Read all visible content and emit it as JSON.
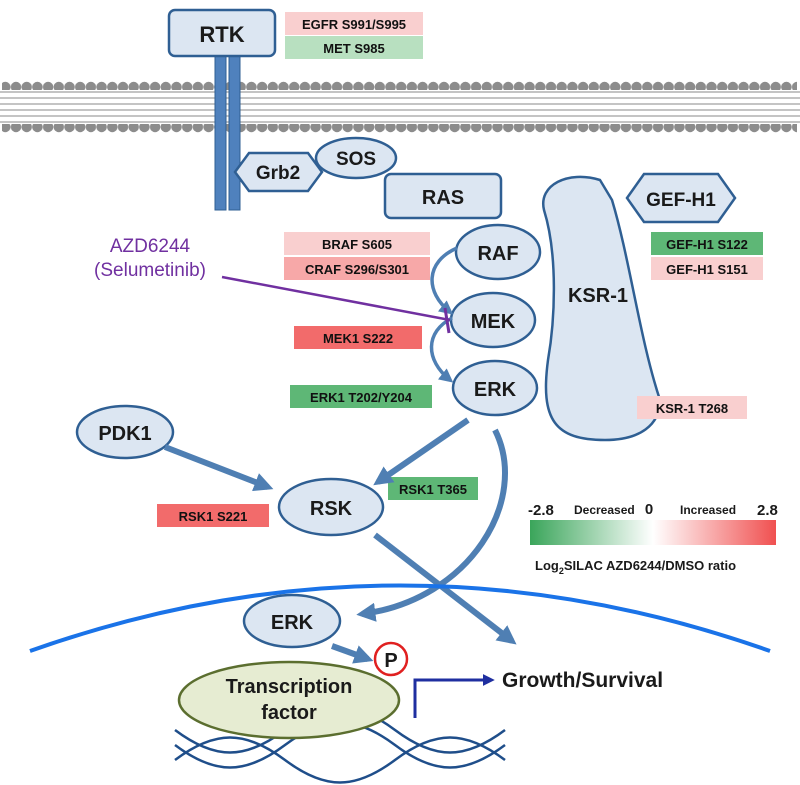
{
  "nodes": {
    "rtk": "RTK",
    "grb2": "Grb2",
    "sos": "SOS",
    "ras": "RAS",
    "raf": "RAF",
    "mek": "MEK",
    "erk": "ERK",
    "ksr1": "KSR-1",
    "gefh1": "GEF-H1",
    "pdk1": "PDK1",
    "rsk": "RSK",
    "erk_nuclear": "ERK",
    "tf_line1": "Transcription",
    "tf_line2": "factor",
    "phospho": "P"
  },
  "drug": {
    "name": "AZD6244",
    "alias": "(Selumetinib)"
  },
  "outcome": "Growth/Survival",
  "sites": {
    "egfr": "EGFR S991/S995",
    "met": "MET S985",
    "braf": "BRAF S605",
    "craf": "CRAF S296/S301",
    "mek1": "MEK1 S222",
    "erk1": "ERK1 T202/Y204",
    "gefh1_s122": "GEF-H1 S122",
    "gefh1_s151": "GEF-H1 S151",
    "ksr1": "KSR-1 T268",
    "rsk1_t365": "RSK1 T365",
    "rsk1_s221": "RSK1 S221"
  },
  "legend": {
    "min": "-2.8",
    "decreased": "Decreased",
    "zero": "0",
    "increased": "Increased",
    "max": "2.8",
    "caption_prefix": "Log",
    "caption_sub": "2",
    "caption_rest": "SILAC AZD6244/DMSO ratio"
  },
  "colors": {
    "node_fill": "#dce6f2",
    "node_stroke": "#2f5f93",
    "arrow": "#4f7fb3",
    "drug": "#7030a0",
    "nucleus": "#1a73e8",
    "tf_fill": "#e6ecd2",
    "tf_stroke": "#5b6e2f",
    "strong_red": "#f26b6b",
    "light_red": "#f9cfcf",
    "strong_green": "#5eb776",
    "light_green": "#b8e0c0",
    "phospho_red": "#e02020",
    "gene_arrow": "#1f2fa0"
  }
}
